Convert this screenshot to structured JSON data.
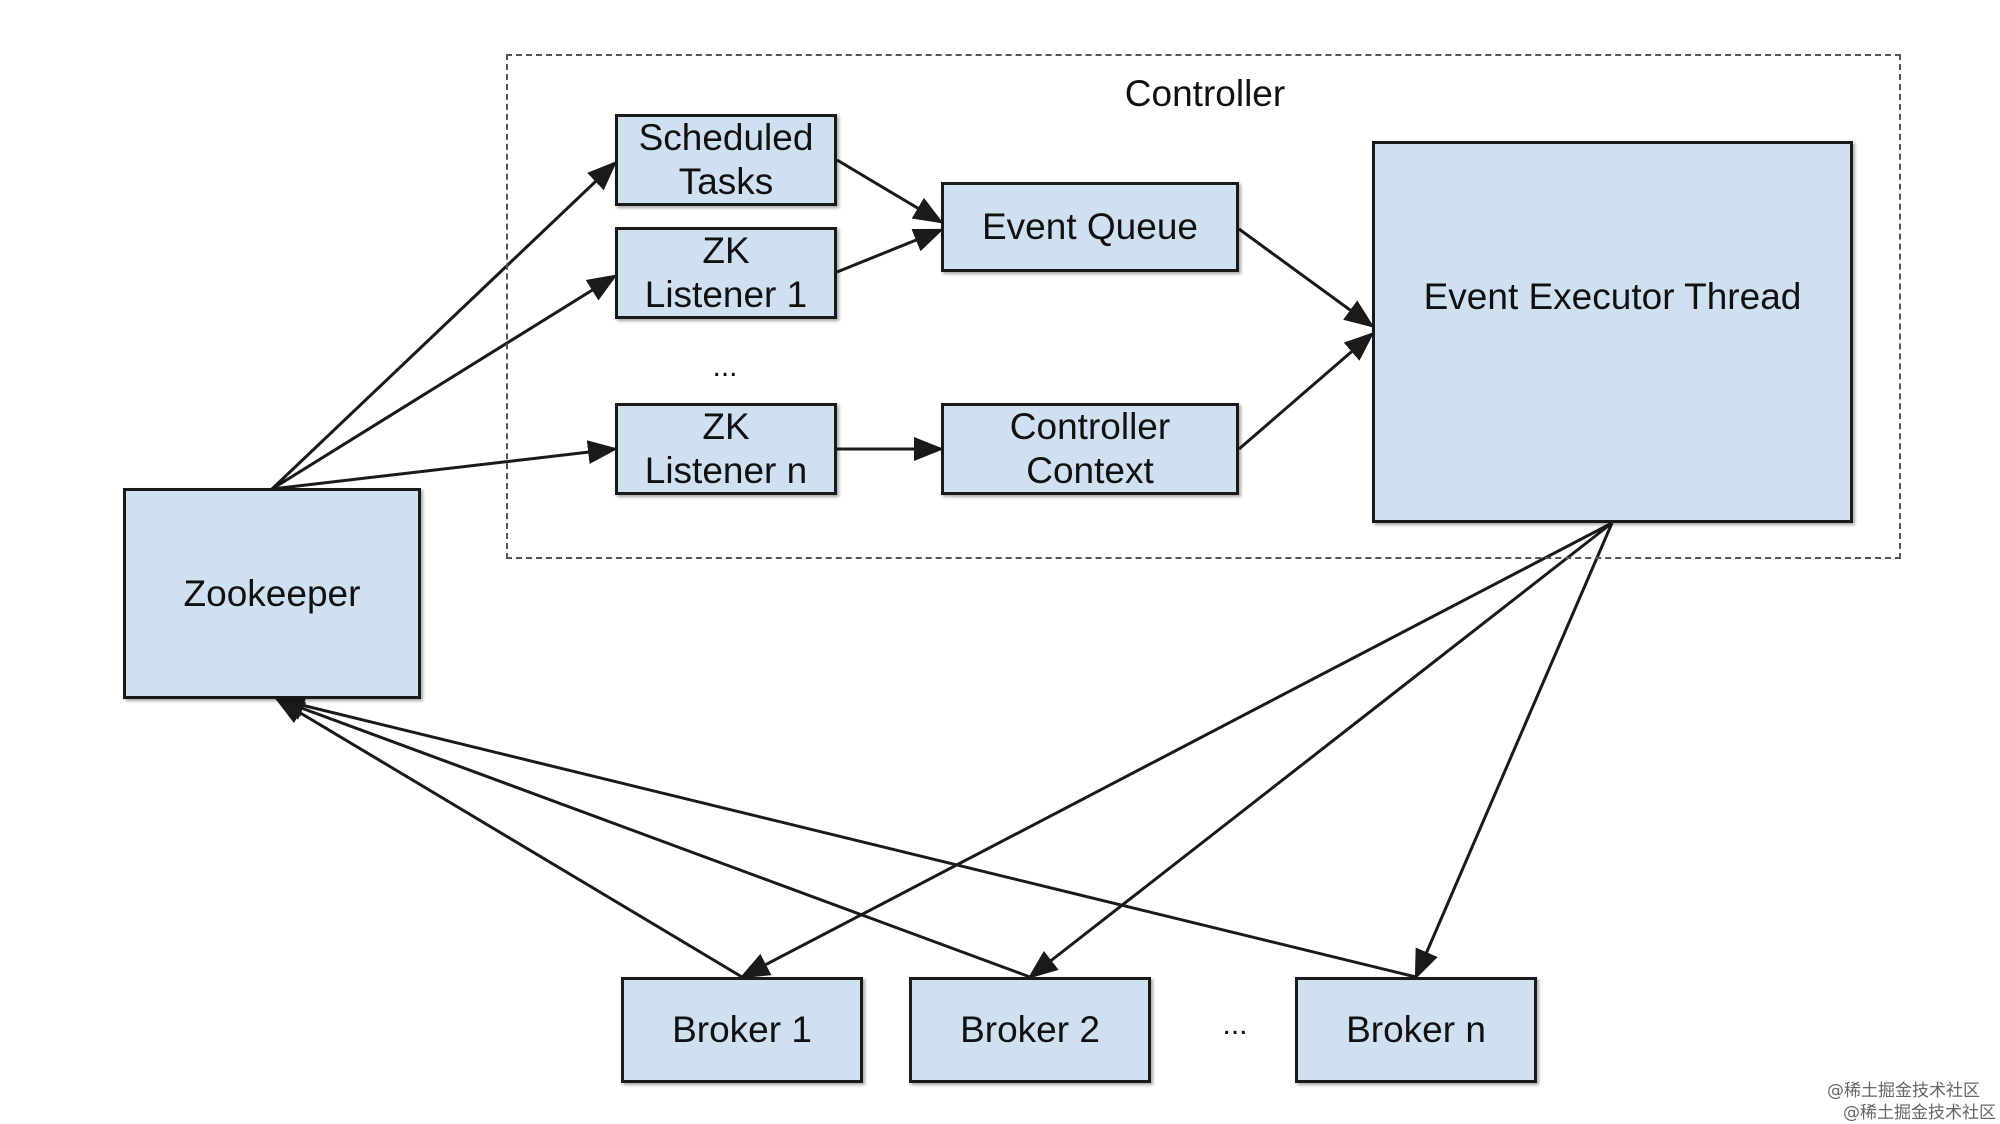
{
  "container": {
    "title": "Controller"
  },
  "nodes": {
    "scheduled_tasks": "Scheduled\nTasks",
    "zk_listener_1": "ZK\nListener 1",
    "zk_listener_n": "ZK\nListener n",
    "event_queue": "Event Queue",
    "controller_context": "Controller\nContext",
    "event_executor_thread": "Event Executor Thread",
    "zookeeper": "Zookeeper",
    "broker_1": "Broker 1",
    "broker_2": "Broker 2",
    "broker_n": "Broker n"
  },
  "ellipses": {
    "listeners": "...",
    "brokers": "..."
  },
  "edges": [
    {
      "from": "zookeeper",
      "to": "scheduled_tasks"
    },
    {
      "from": "zookeeper",
      "to": "zk_listener_1"
    },
    {
      "from": "zookeeper",
      "to": "zk_listener_n"
    },
    {
      "from": "scheduled_tasks",
      "to": "event_queue"
    },
    {
      "from": "zk_listener_1",
      "to": "event_queue"
    },
    {
      "from": "zk_listener_n",
      "to": "controller_context"
    },
    {
      "from": "event_queue",
      "to": "event_executor_thread"
    },
    {
      "from": "controller_context",
      "to": "event_executor_thread"
    },
    {
      "from": "event_executor_thread",
      "to": "broker_1"
    },
    {
      "from": "event_executor_thread",
      "to": "broker_2"
    },
    {
      "from": "event_executor_thread",
      "to": "broker_n"
    },
    {
      "from": "broker_1",
      "to": "zookeeper"
    },
    {
      "from": "broker_2",
      "to": "zookeeper"
    },
    {
      "from": "broker_n",
      "to": "zookeeper"
    }
  ],
  "watermark": {
    "line1": "@稀土掘金技术社区",
    "line2": "@稀土掘金技术社区"
  },
  "colors": {
    "node_fill": "#cfe0f1",
    "stroke": "#1a1a1a"
  }
}
